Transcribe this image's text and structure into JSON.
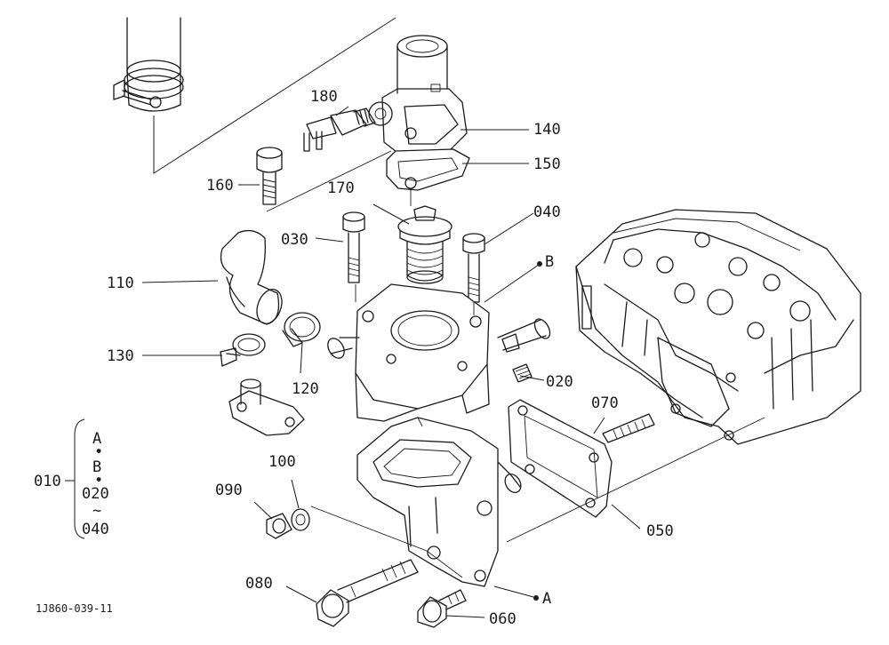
{
  "diagram": {
    "drawing_id": "1J860-039-11",
    "parts": [
      {
        "key": "p180",
        "label": "180"
      },
      {
        "key": "p140",
        "label": "140"
      },
      {
        "key": "p150",
        "label": "150"
      },
      {
        "key": "p160",
        "label": "160"
      },
      {
        "key": "p170",
        "label": "170"
      },
      {
        "key": "p040",
        "label": "040"
      },
      {
        "key": "p030",
        "label": "030"
      },
      {
        "key": "p110",
        "label": "110"
      },
      {
        "key": "p130",
        "label": "130"
      },
      {
        "key": "p120",
        "label": "120"
      },
      {
        "key": "p020",
        "label": "020"
      },
      {
        "key": "p070",
        "label": "070"
      },
      {
        "key": "p100",
        "label": "100"
      },
      {
        "key": "p090",
        "label": "090"
      },
      {
        "key": "p050",
        "label": "050"
      },
      {
        "key": "p080",
        "label": "080"
      },
      {
        "key": "p060",
        "label": "060"
      }
    ],
    "ref_b": "B",
    "ref_a": "A",
    "assembly": {
      "label": "010",
      "items": [
        "A",
        "•",
        "B",
        "•",
        "020",
        "~",
        "040"
      ]
    }
  }
}
